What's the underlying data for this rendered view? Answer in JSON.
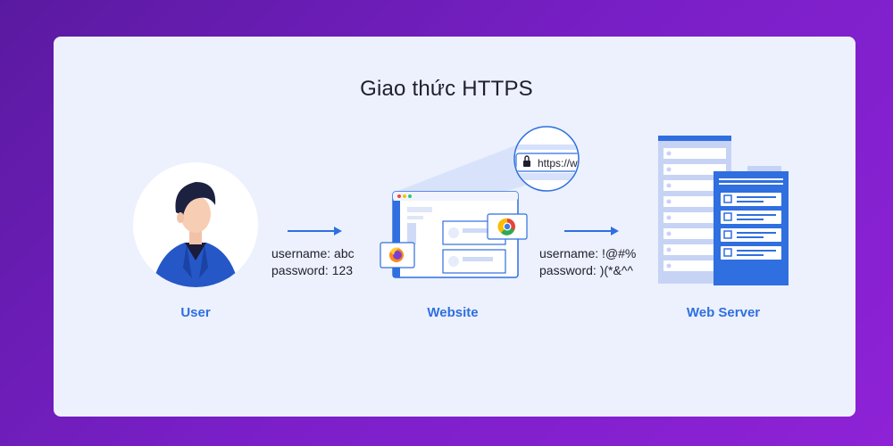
{
  "diagram": {
    "title": "Giao thức HTTPS",
    "nodes": {
      "user": {
        "label": "User"
      },
      "website": {
        "label": "Website",
        "url_preview": "https://w"
      },
      "server": {
        "label": "Web Server"
      }
    },
    "edges": [
      {
        "from": "user",
        "to": "website",
        "lines": [
          "username: abc",
          "password: 123"
        ]
      },
      {
        "from": "website",
        "to": "server",
        "lines": [
          "username: !@#%",
          "password: )(*&^^"
        ]
      }
    ]
  },
  "colors": {
    "accent": "#2f6fe0",
    "card_bg": "#ecf1fd",
    "server_light": "#c6d3f5",
    "server_dark": "#2f6fe0"
  }
}
